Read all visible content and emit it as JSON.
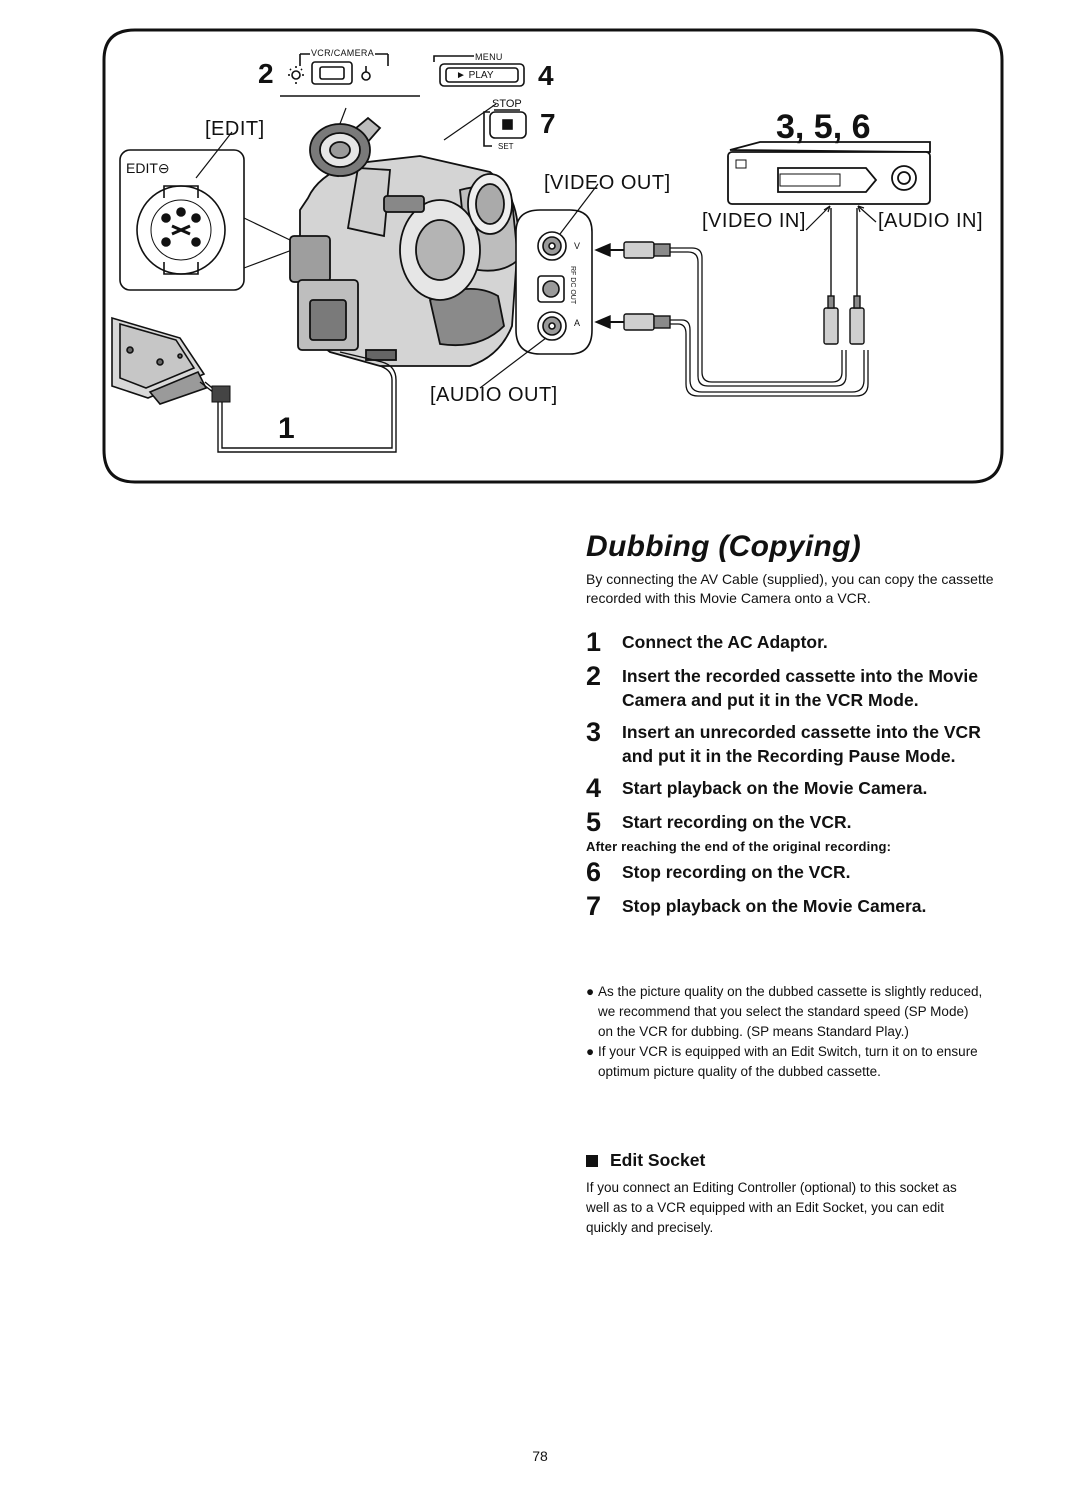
{
  "diagram": {
    "labels": {
      "edit": "[EDIT]",
      "edit_socket": "EDIT⊖",
      "vcr_camera": "VCR/CAMERA",
      "menu": "MENU",
      "play": "► PLAY",
      "stop": "STOP",
      "set": "SET",
      "video_out": "[VIDEO OUT]",
      "audio_out": "[AUDIO OUT]",
      "video_in": "[VIDEO IN]",
      "audio_in": "[AUDIO IN]",
      "rf_dc_out": "RF DC OUT",
      "jack_v": "V",
      "jack_a": "A"
    },
    "callouts": {
      "step_1": "1",
      "step_2": "2",
      "step_4": "4",
      "step_7": "7",
      "steps_356": "3, 5, 6"
    }
  },
  "section": {
    "title": "Dubbing (Copying)",
    "intro": "By connecting the AV Cable (supplied), you can copy the cassette recorded with this Movie Camera onto a VCR.",
    "steps": [
      {
        "num": "1",
        "text": "Connect the AC Adaptor."
      },
      {
        "num": "2",
        "text": "Insert the recorded cassette into the Movie Camera and put it in the VCR Mode."
      },
      {
        "num": "3",
        "text": "Insert an unrecorded cassette into the VCR and put it in the Recording Pause Mode."
      },
      {
        "num": "4",
        "text": "Start playback on the Movie Camera."
      },
      {
        "num": "5",
        "text": "Start recording on the VCR."
      }
    ],
    "after_note": "After reaching the end of the original recording:",
    "steps_after": [
      {
        "num": "6",
        "text": "Stop recording on the VCR."
      },
      {
        "num": "7",
        "text": "Stop playback on the Movie Camera."
      }
    ],
    "bullets": [
      "As the picture quality on the dubbed cassette is slightly reduced, we recommend that you select the standard speed (SP Mode) on the VCR for dubbing. (SP means Standard Play.)",
      "If your VCR is equipped with an Edit Switch, turn it on to ensure optimum picture quality of the dubbed cassette."
    ],
    "edit_socket": {
      "heading": "Edit Socket",
      "body": "If you connect an Editing Controller (optional) to this socket as well as to a VCR equipped with an Edit Socket, you can edit quickly and precisely."
    }
  },
  "page_number": "78"
}
